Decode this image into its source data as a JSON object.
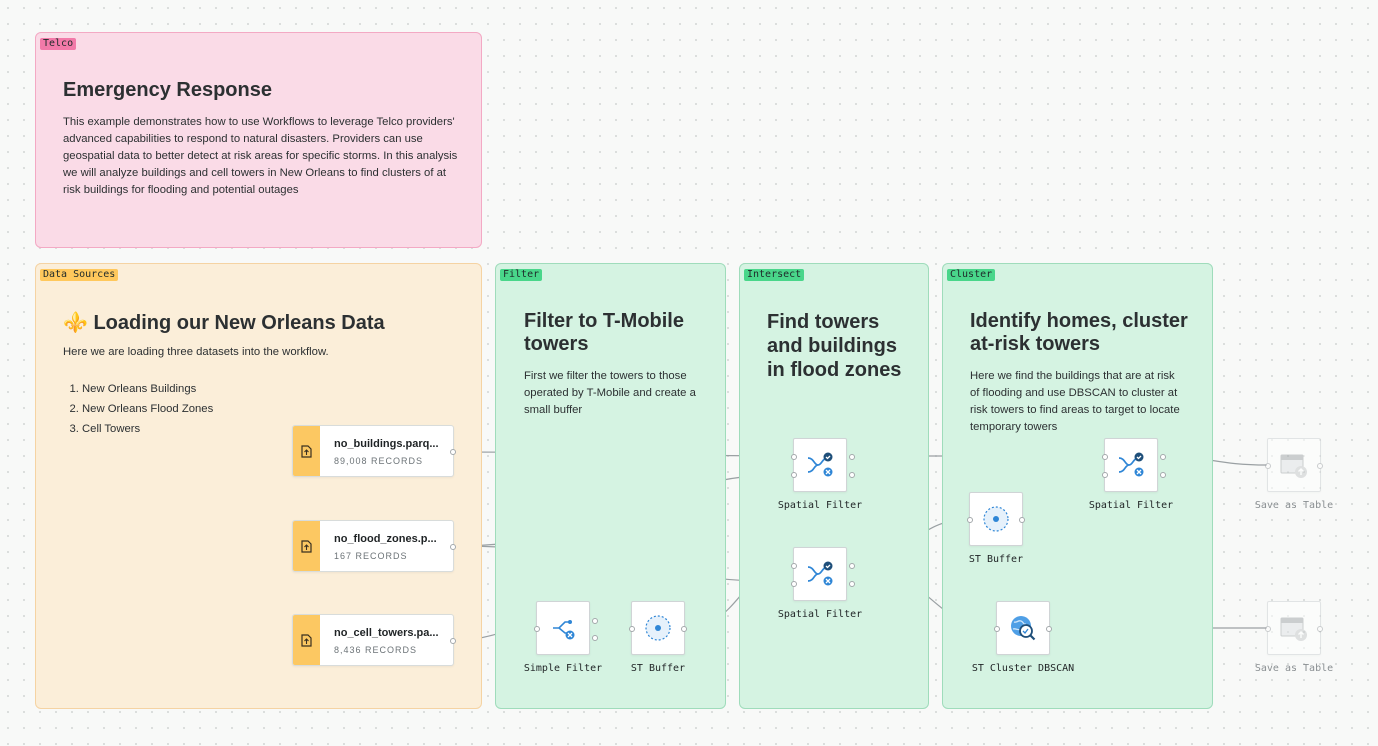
{
  "groups": {
    "telco": {
      "tag": "Telco",
      "title": "Emergency Response",
      "description": "This example demonstrates how to use Workflows to leverage Telco providers' advanced capabilities to respond to natural disasters. Providers can use geospatial data to better detect at risk areas for specific storms. In this analysis we will analyze buildings and cell towers in New Orleans to find clusters of at risk buildings for flooding and potential outages"
    },
    "data_sources": {
      "tag": "Data Sources",
      "title": "⚜️ Loading our New Orleans Data",
      "description": "Here we are loading three datasets into the workflow.",
      "items": [
        "New Orleans Buildings",
        "New Orleans Flood Zones",
        "Cell Towers"
      ]
    },
    "filter": {
      "tag": "Filter",
      "title": "Filter to T-Mobile towers",
      "description": "First we filter the towers to those operated by T-Mobile and create a small buffer"
    },
    "intersect": {
      "tag": "Intersect",
      "title": "Find towers and buildings in flood zones",
      "description": ""
    },
    "cluster": {
      "tag": "Cluster",
      "title": "Identify homes, cluster at-risk towers",
      "description": "Here we find the buildings that are at risk of flooding and use DBSCAN to cluster at risk towers to find areas to target to locate temporary towers"
    }
  },
  "sources": [
    {
      "filename": "no_buildings.parq...",
      "records": "89,008 RECORDS"
    },
    {
      "filename": "no_flood_zones.p...",
      "records": "167 RECORDS"
    },
    {
      "filename": "no_cell_towers.pa...",
      "records": "8,436 RECORDS"
    }
  ],
  "nodes": {
    "simple_filter": {
      "label": "Simple Filter",
      "icon": "simple-filter-icon"
    },
    "st_buffer_1": {
      "label": "ST Buffer",
      "icon": "buffer-icon"
    },
    "spatial_filter_1": {
      "label": "Spatial Filter",
      "icon": "spatial-filter-icon"
    },
    "spatial_filter_2": {
      "label": "Spatial Filter",
      "icon": "spatial-filter-icon"
    },
    "st_buffer_2": {
      "label": "ST Buffer",
      "icon": "buffer-icon"
    },
    "spatial_filter_3": {
      "label": "Spatial Filter",
      "icon": "spatial-filter-icon"
    },
    "st_cluster_dbscan": {
      "label": "ST Cluster DBSCAN",
      "icon": "cluster-dbscan-icon"
    },
    "save_table_1": {
      "label": "Save as Table",
      "icon": "save-table-icon"
    },
    "save_table_2": {
      "label": "Save as Table",
      "icon": "save-table-icon"
    }
  },
  "colors": {
    "pink_group": "#fadbe7",
    "orange_group": "#fbeed9",
    "green_group": "#d5f3e2",
    "source_strip": "#fcc862",
    "node_icon": "#2f86d6",
    "edge": "#9aa0a3"
  }
}
